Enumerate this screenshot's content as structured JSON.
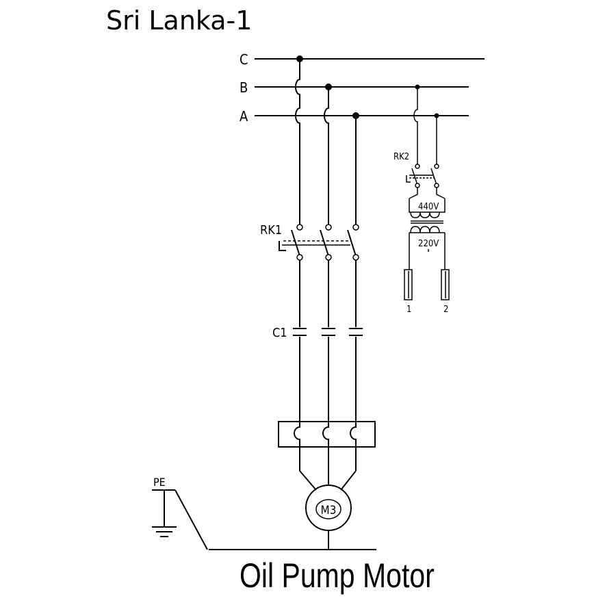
{
  "title": "Sri Lanka-1",
  "caption": "Oil Pump Motor",
  "labels": {
    "bus_c": "C",
    "bus_b": "B",
    "bus_a": "A",
    "rk1": "RK1",
    "rk2": "RK2",
    "c1": "C1",
    "v440": "440V",
    "v220": "220V",
    "motor": "M3",
    "pe": "PE",
    "out1": "1",
    "out2": "2"
  }
}
